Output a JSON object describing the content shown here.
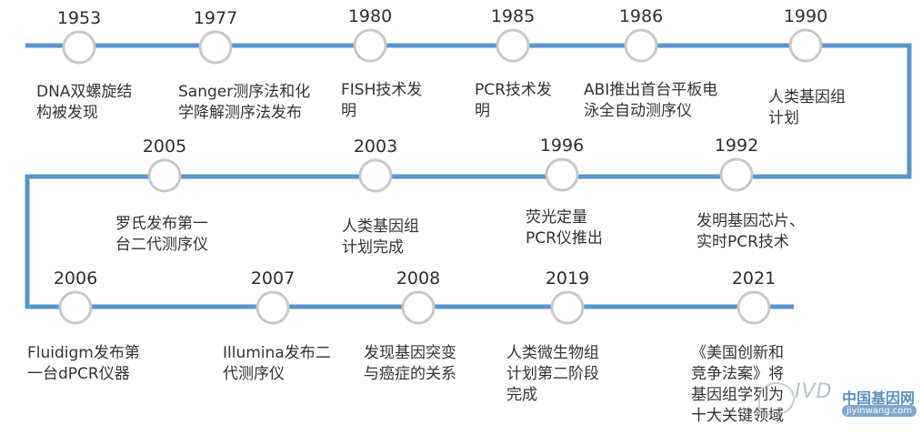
{
  "colors": {
    "line": "#5b95c9",
    "node_border": "#c8c8c8",
    "node_fill": "#ffffff"
  },
  "events": [
    {
      "year": "1953",
      "text": "DNA双螺旋结\n构被发现"
    },
    {
      "year": "1977",
      "text": "Sanger测序法和化\n学降解测序法发布"
    },
    {
      "year": "1980",
      "text": "FISH技术发\n明"
    },
    {
      "year": "1985",
      "text": "PCR技术发\n明"
    },
    {
      "year": "1986",
      "text": "ABI推出首台平板电\n泳全自动测序仪"
    },
    {
      "year": "1990",
      "text": "人类基因组\n计划"
    },
    {
      "year": "1992",
      "text": "发明基因芯片、\n实时PCR技术"
    },
    {
      "year": "1996",
      "text": "荧光定量\nPCR仪推出"
    },
    {
      "year": "2003",
      "text": "人类基因组\n计划完成"
    },
    {
      "year": "2005",
      "text": "罗氏发布第一\n台二代测序仪"
    },
    {
      "year": "2006",
      "text": "Fluidigm发布第\n一台dPCR仪器"
    },
    {
      "year": "2007",
      "text": "Illumina发布二\n代测序仪"
    },
    {
      "year": "2008",
      "text": "发现基因突变\n与癌症的关系"
    },
    {
      "year": "2019",
      "text": "人类微生物组\n计划第二阶段\n完成"
    },
    {
      "year": "2021",
      "text": "《美国创新和\n竞争法案》将\n基因组学列为\n十大关键领域"
    }
  ],
  "watermark": {
    "icon": "chat-bubble-icon",
    "letters": "IVD",
    "site": "中国基因网",
    "url": "jiyinwang.com"
  }
}
